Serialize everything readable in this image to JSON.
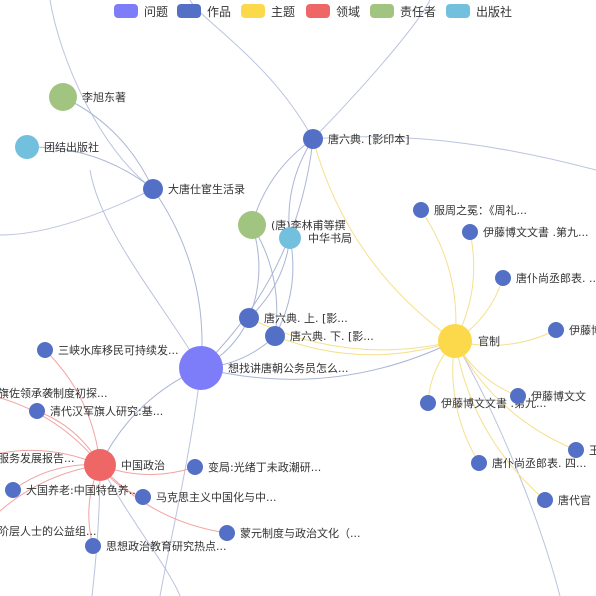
{
  "legend": {
    "items": [
      {
        "label": "问题",
        "color": "#7d7dfa"
      },
      {
        "label": "作品",
        "color": "#5470c6"
      },
      {
        "label": "主题",
        "color": "#fcd84b"
      },
      {
        "label": "领域",
        "color": "#ee6666"
      },
      {
        "label": "责任者",
        "color": "#a1c481"
      },
      {
        "label": "出版社",
        "color": "#73c0de"
      }
    ]
  },
  "graph": {
    "nodes": [
      {
        "id": "q1",
        "label": "想找讲唐朝公务员怎么...",
        "category": "问题"
      },
      {
        "id": "t1",
        "label": "官制",
        "category": "主题"
      },
      {
        "id": "f1",
        "label": "中国政治",
        "category": "领域"
      },
      {
        "id": "w1",
        "label": "唐六典. [影印本]",
        "category": "作品"
      },
      {
        "id": "w2",
        "label": "大唐仕宦生活录",
        "category": "作品"
      },
      {
        "id": "a1",
        "label": "李旭东著",
        "category": "责任者"
      },
      {
        "id": "p1",
        "label": "团结出版社",
        "category": "出版社"
      },
      {
        "id": "a2",
        "label": "(唐)李林甫等撰",
        "category": "责任者"
      },
      {
        "id": "p2",
        "label": "中华书局",
        "category": "出版社"
      },
      {
        "id": "w3",
        "label": "唐六典. 上. [影...",
        "category": "作品"
      },
      {
        "id": "w4",
        "label": "唐六典. 下. [影...",
        "category": "作品"
      },
      {
        "id": "w5",
        "label": "服周之冕：《周礼...",
        "category": "作品"
      },
      {
        "id": "w6",
        "label": "伊藤博文文書 .第九...",
        "category": "作品"
      },
      {
        "id": "w7",
        "label": "唐仆尚丞郎表. ...",
        "category": "作品"
      },
      {
        "id": "w8",
        "label": "伊藤博",
        "category": "作品"
      },
      {
        "id": "w9",
        "label": "伊藤博文文書 .第九...",
        "category": "作品"
      },
      {
        "id": "w10",
        "label": "伊藤博文文",
        "category": "作品"
      },
      {
        "id": "w11",
        "label": "王",
        "category": "作品"
      },
      {
        "id": "w12",
        "label": "唐仆尚丞郎表. 四...",
        "category": "作品"
      },
      {
        "id": "w13",
        "label": "唐代官",
        "category": "作品"
      },
      {
        "id": "w14",
        "label": "三峡水库移民可持续发...",
        "category": "作品"
      },
      {
        "id": "w15",
        "label": "旗佐领承袭制度初探...",
        "category": "作品"
      },
      {
        "id": "w16",
        "label": "清代汉军旗人研究:基...",
        "category": "作品"
      },
      {
        "id": "w17",
        "label": "服务发展报告...",
        "category": "作品"
      },
      {
        "id": "w18",
        "label": "变局:光绪丁未政潮研...",
        "category": "作品"
      },
      {
        "id": "w19",
        "label": "大国养老:中国特色养...",
        "category": "作品"
      },
      {
        "id": "w20",
        "label": "马克思主义中国化与中...",
        "category": "作品"
      },
      {
        "id": "w21",
        "label": "阶层人士的公益组...",
        "category": "作品"
      },
      {
        "id": "w22",
        "label": "蒙元制度与政治文化（...",
        "category": "作品"
      },
      {
        "id": "w23",
        "label": "思想政治教育研究热点...",
        "category": "作品"
      }
    ],
    "edges": [
      [
        "q1",
        "t1"
      ],
      [
        "q1",
        "f1"
      ],
      [
        "q1",
        "w1"
      ],
      [
        "q1",
        "w2"
      ],
      [
        "q1",
        "w3"
      ],
      [
        "q1",
        "w4"
      ],
      [
        "w2",
        "a1"
      ],
      [
        "w2",
        "p1"
      ],
      [
        "w1",
        "a2"
      ],
      [
        "w1",
        "p2"
      ],
      [
        "w3",
        "a2"
      ],
      [
        "w3",
        "p2"
      ],
      [
        "w4",
        "a2"
      ],
      [
        "w4",
        "p2"
      ],
      [
        "w1",
        "t1"
      ],
      [
        "w3",
        "t1"
      ],
      [
        "w4",
        "t1"
      ],
      [
        "t1",
        "w5"
      ],
      [
        "t1",
        "w6"
      ],
      [
        "t1",
        "w7"
      ],
      [
        "t1",
        "w8"
      ],
      [
        "t1",
        "w9"
      ],
      [
        "t1",
        "w10"
      ],
      [
        "t1",
        "w11"
      ],
      [
        "t1",
        "w12"
      ],
      [
        "t1",
        "w13"
      ],
      [
        "f1",
        "w14"
      ],
      [
        "f1",
        "w15"
      ],
      [
        "f1",
        "w16"
      ],
      [
        "f1",
        "w17"
      ],
      [
        "f1",
        "w18"
      ],
      [
        "f1",
        "w19"
      ],
      [
        "f1",
        "w20"
      ],
      [
        "f1",
        "w21"
      ],
      [
        "f1",
        "w22"
      ],
      [
        "f1",
        "w23"
      ]
    ]
  }
}
